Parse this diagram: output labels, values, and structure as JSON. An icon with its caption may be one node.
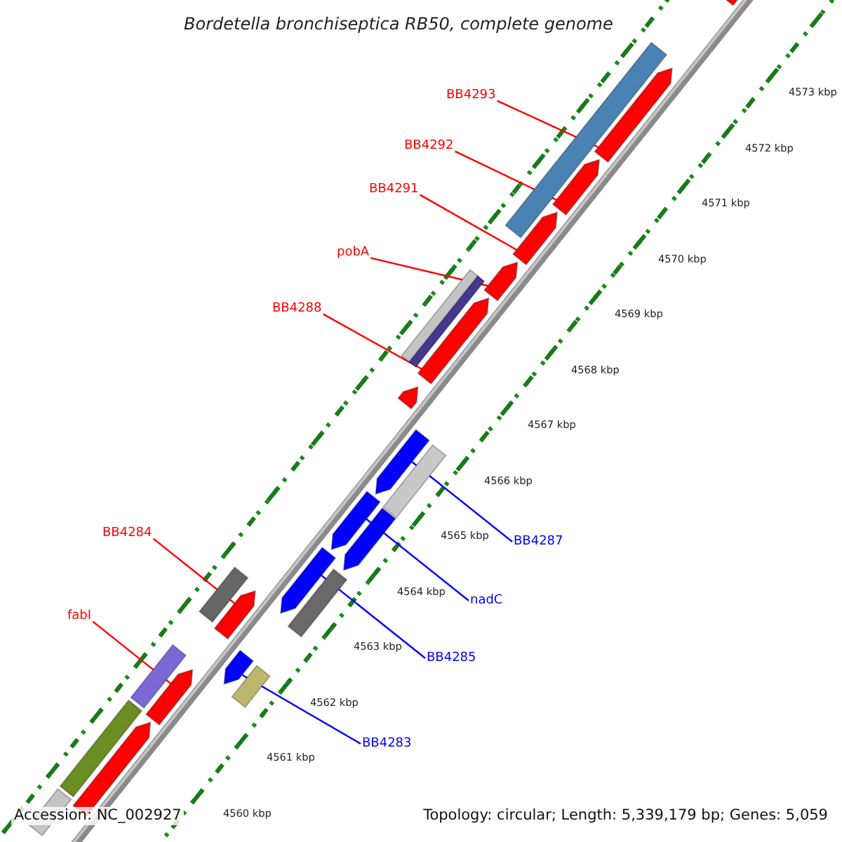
{
  "diagram": {
    "title": "Bordetella bronchiseptica RB50, complete genome",
    "nodes": [
      {
        "text": [
          "BB4293"
        ]
      },
      {
        "text": [
          "BB4292"
        ]
      },
      {
        "text": [
          "BB4291"
        ]
      },
      {
        "text": [
          "pobA"
        ]
      },
      {
        "text": [
          "BB4288"
        ]
      },
      {
        "text": [
          "BB4284"
        ]
      },
      {
        "text": [
          "BB4287"
        ]
      },
      {
        "text": [
          "nadC"
        ]
      },
      {
        "text": [
          "fabI"
        ]
      },
      {
        "text": [
          "BB4285"
        ]
      },
      {
        "text": [
          "BB4283"
        ]
      },
      {
        "text": [],
        "shape": "pentagon"
      },
      {
        "text": [],
        "shape": "bar"
      },
      {
        "text": [],
        "shape": "pentagon"
      },
      {
        "text": [],
        "shape": "pentagon"
      },
      {
        "text": [],
        "shape": "pentagon"
      },
      {
        "text": [],
        "shape": "pentagon"
      },
      {
        "text": [],
        "shape": "bar"
      },
      {
        "text": [],
        "shape": "bar"
      },
      {
        "text": [],
        "shape": "pentagon"
      },
      {
        "text": [],
        "shape": "pentagon"
      },
      {
        "text": [],
        "shape": "pentagon"
      },
      {
        "text": [],
        "shape": "bar"
      },
      {
        "text": [],
        "shape": "pentagon"
      },
      {
        "text": [],
        "shape": "pentagon"
      },
      {
        "text": [],
        "shape": "pentagon"
      },
      {
        "text": [],
        "shape": "bar"
      },
      {
        "text": [],
        "shape": "bar"
      },
      {
        "text": [],
        "shape": "pentagon"
      },
      {
        "text": [],
        "shape": "bar"
      },
      {
        "text": [],
        "shape": "pentagon"
      },
      {
        "text": [],
        "shape": "pentagon"
      },
      {
        "text": [],
        "shape": "bar"
      },
      {
        "text": [],
        "shape": "bar"
      },
      {
        "text": [],
        "shape": "pentagon"
      },
      {
        "text": [],
        "shape": "bar"
      }
    ],
    "edges": [
      {
        "from": 0,
        "to": 13,
        "arrow": "none"
      },
      {
        "from": 1,
        "to": 14,
        "arrow": "none"
      },
      {
        "from": 2,
        "to": 15,
        "arrow": "none"
      },
      {
        "from": 3,
        "to": 16,
        "arrow": "none"
      },
      {
        "from": 4,
        "to": 19,
        "arrow": "none"
      },
      {
        "from": 5,
        "to": 28,
        "arrow": "none"
      },
      {
        "from": 6,
        "to": 21,
        "arrow": "none",
        "color": "#0000ff"
      },
      {
        "from": 7,
        "to": 23,
        "arrow": "none",
        "color": "#0000ff"
      },
      {
        "from": 8,
        "to": 31,
        "arrow": "none"
      },
      {
        "from": 9,
        "to": 25,
        "arrow": "none",
        "color": "#0000ff"
      },
      {
        "from": 10,
        "to": 30,
        "arrow": "none",
        "color": "#0000ff"
      }
    ],
    "labels": [
      "4573 kbp",
      "4572 kbp",
      "4571 kbp",
      "4570 kbp",
      "4569 kbp",
      "4568 kbp",
      "4567 kbp",
      "4566 kbp",
      "4565 kbp",
      "4564 kbp",
      "4563 kbp",
      "4562 kbp",
      "4561 kbp",
      "4560 kbp",
      "Accession: NC_002927",
      "Topology: circular; Length: 5,339,179 bp; Genes: 5,059"
    ]
  }
}
